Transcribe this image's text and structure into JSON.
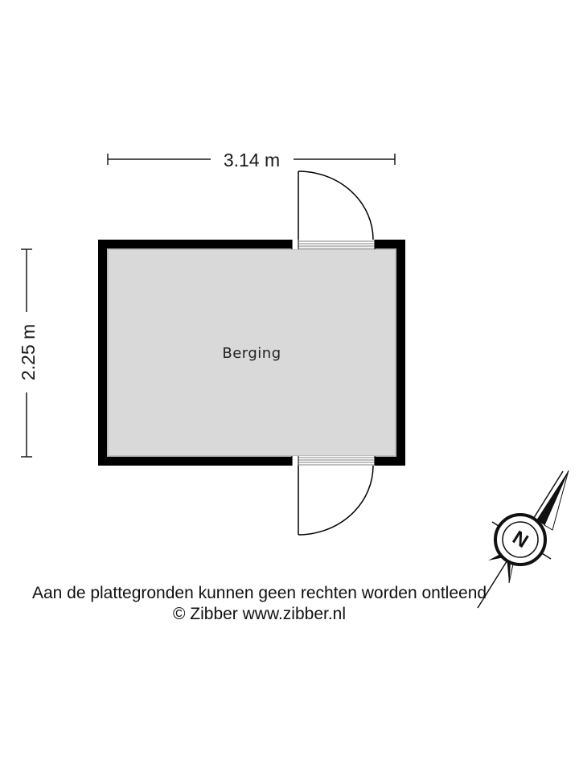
{
  "dimensions": {
    "width_label": "3.14 m",
    "height_label": "2.25 m"
  },
  "rooms": [
    {
      "name": "Berging"
    }
  ],
  "footer": {
    "disclaimer": "Aan de plattegronden kunnen geen rechten worden ontleend",
    "copyright": "© Zibber www.zibber.nl"
  },
  "compass": {
    "icon": "north-arrow-icon",
    "letter": "N"
  },
  "colors": {
    "wall": "#000000",
    "floor": "#d9d9d9",
    "line": "#1a1a1a"
  }
}
